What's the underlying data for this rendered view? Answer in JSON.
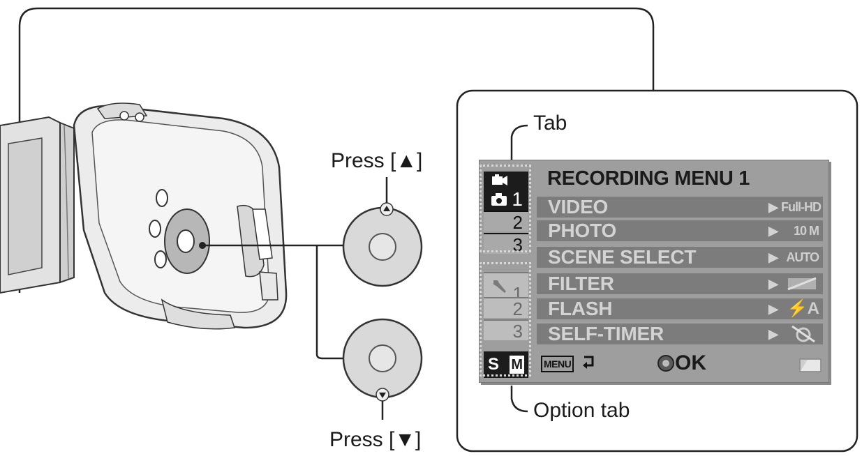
{
  "callouts": {
    "press_up": "Press [▲]",
    "press_down": "Press [▼]",
    "tab": "Tab",
    "option_tab": "Option tab"
  },
  "menu": {
    "title": "RECORDING MENU 1",
    "active_tab_number": "1",
    "tab_numbers": [
      "2",
      "3"
    ],
    "option_tab_numbers": [
      "1",
      "2",
      "3"
    ],
    "items": [
      {
        "label": "VIDEO",
        "value": "Full-HD"
      },
      {
        "label": "PHOTO",
        "value": "10 M"
      },
      {
        "label": "SCENE SELECT",
        "value": "AUTO"
      },
      {
        "label": "FILTER",
        "value": ""
      },
      {
        "label": "FLASH",
        "value": "⚡A"
      },
      {
        "label": "SELF-TIMER",
        "value": ""
      }
    ],
    "mode_s": "S",
    "mode_m": "M",
    "menu_button": "MENU",
    "ok": "OK"
  },
  "colors": {
    "screen_bg": "#9e9e9e",
    "item_bg": "#7c7c7c",
    "item_text": "#d3d3d3",
    "tab_active": "#1c1c1c"
  }
}
